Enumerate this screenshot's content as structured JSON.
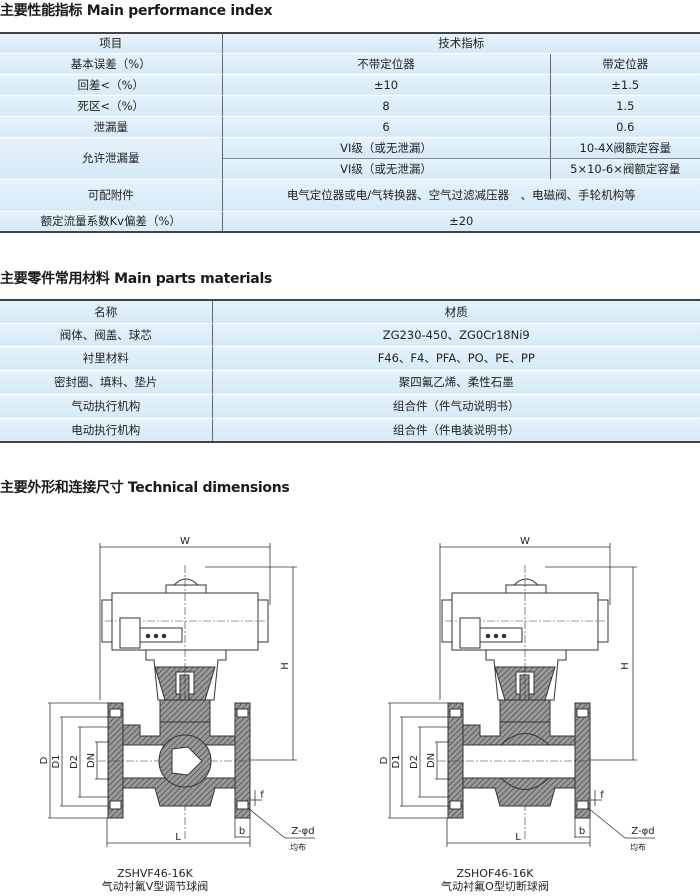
{
  "sections": {
    "performance_title": "主要性能指标 Main performance index",
    "materials_title": "主要零件常用材料 Main parts materials",
    "dimensions_title": "主要外形和连接尺寸 Technical dimensions"
  },
  "performance": {
    "header": {
      "item": "项目",
      "spec": "技术指标"
    },
    "basic_error": {
      "label": "基本误差（%）",
      "col1": "不带定位器",
      "col2": "带定位器"
    },
    "hysteresis": {
      "label": "回差<（%）",
      "col1": "±10",
      "col2": "±1.5"
    },
    "dead_band": {
      "label": "死区<（%）",
      "col1": "8",
      "col2": "1.5"
    },
    "leakage": {
      "label": "泄漏量",
      "col1": "6",
      "col2": "0.6"
    },
    "allowed_leakage": {
      "label": "允许泄漏量",
      "row1_col1": "VI级（或无泄漏）",
      "row1_col2": "10-4X阀额定容量",
      "row2_col1": "VI级（或无泄漏）",
      "row2_col2": "5×10-6×阀额定容量"
    },
    "accessories": {
      "label": "可配附件",
      "value": "电气定位器或电/气转换器、空气过滤减压器　、电磁阀、手轮机构等"
    },
    "kv_deviation": {
      "label": "额定流量系数Kv偏差（%）",
      "value": "±20"
    }
  },
  "materials": {
    "header": {
      "name": "名称",
      "material": "材质"
    },
    "rows": [
      {
        "name": "阀体、阀盖、球芯",
        "material": "ZG230-450、ZG0Cr18Ni9"
      },
      {
        "name": "衬里材料",
        "material": "F46、F4、PFA、PO、PE、PP"
      },
      {
        "name": "密封圈、填料、垫片",
        "material": "聚四氟乙烯、柔性石墨"
      },
      {
        "name": "气动执行机构",
        "material": "组合件（件气动说明书）"
      },
      {
        "name": "电动执行机构",
        "material": "组合件（件电装说明书）"
      }
    ]
  },
  "drawings": {
    "labels": {
      "W": "W",
      "H": "H",
      "D": "D",
      "D1": "D1",
      "D2": "D2",
      "DN": "DN",
      "L": "L",
      "b": "b",
      "f": "f",
      "holes": "Z-φd",
      "uniform": "均布"
    },
    "items": [
      {
        "model": "ZSHVF46-16K",
        "name": "气动衬氟V型调节球阀",
        "variant": "V"
      },
      {
        "model": "ZSHOF46-16K",
        "name": "气动衬氟O型切断球阀",
        "variant": "O"
      }
    ]
  }
}
